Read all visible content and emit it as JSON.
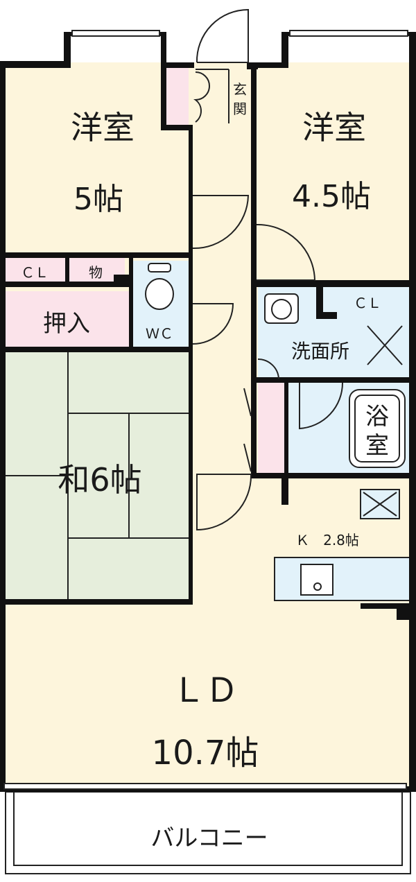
{
  "colors": {
    "western_room": "#fdf5dc",
    "storage": "#fbe3ea",
    "wet_area": "#e2f2fa",
    "tatami": "#e6eedc",
    "wall": "#111111"
  },
  "rooms": {
    "western_a": {
      "name": "洋室",
      "size": "5帖"
    },
    "western_b": {
      "name": "洋室",
      "size": "4.5帖"
    },
    "entrance": {
      "top": "玄",
      "bottom": "関"
    },
    "closet_a": "ＣＬ",
    "storage_small": "物",
    "oshiire": "押入",
    "toilet": "ＷＣ",
    "closet_b": "ＣＬ",
    "washroom": "洗面所",
    "bath": {
      "top": "浴",
      "bottom": "室"
    },
    "japanese": "和6帖",
    "kitchen": "Ｋ　2.8帖",
    "ld": {
      "name": "ＬＤ",
      "size": "10.7帖"
    },
    "balcony": "バルコニー"
  }
}
